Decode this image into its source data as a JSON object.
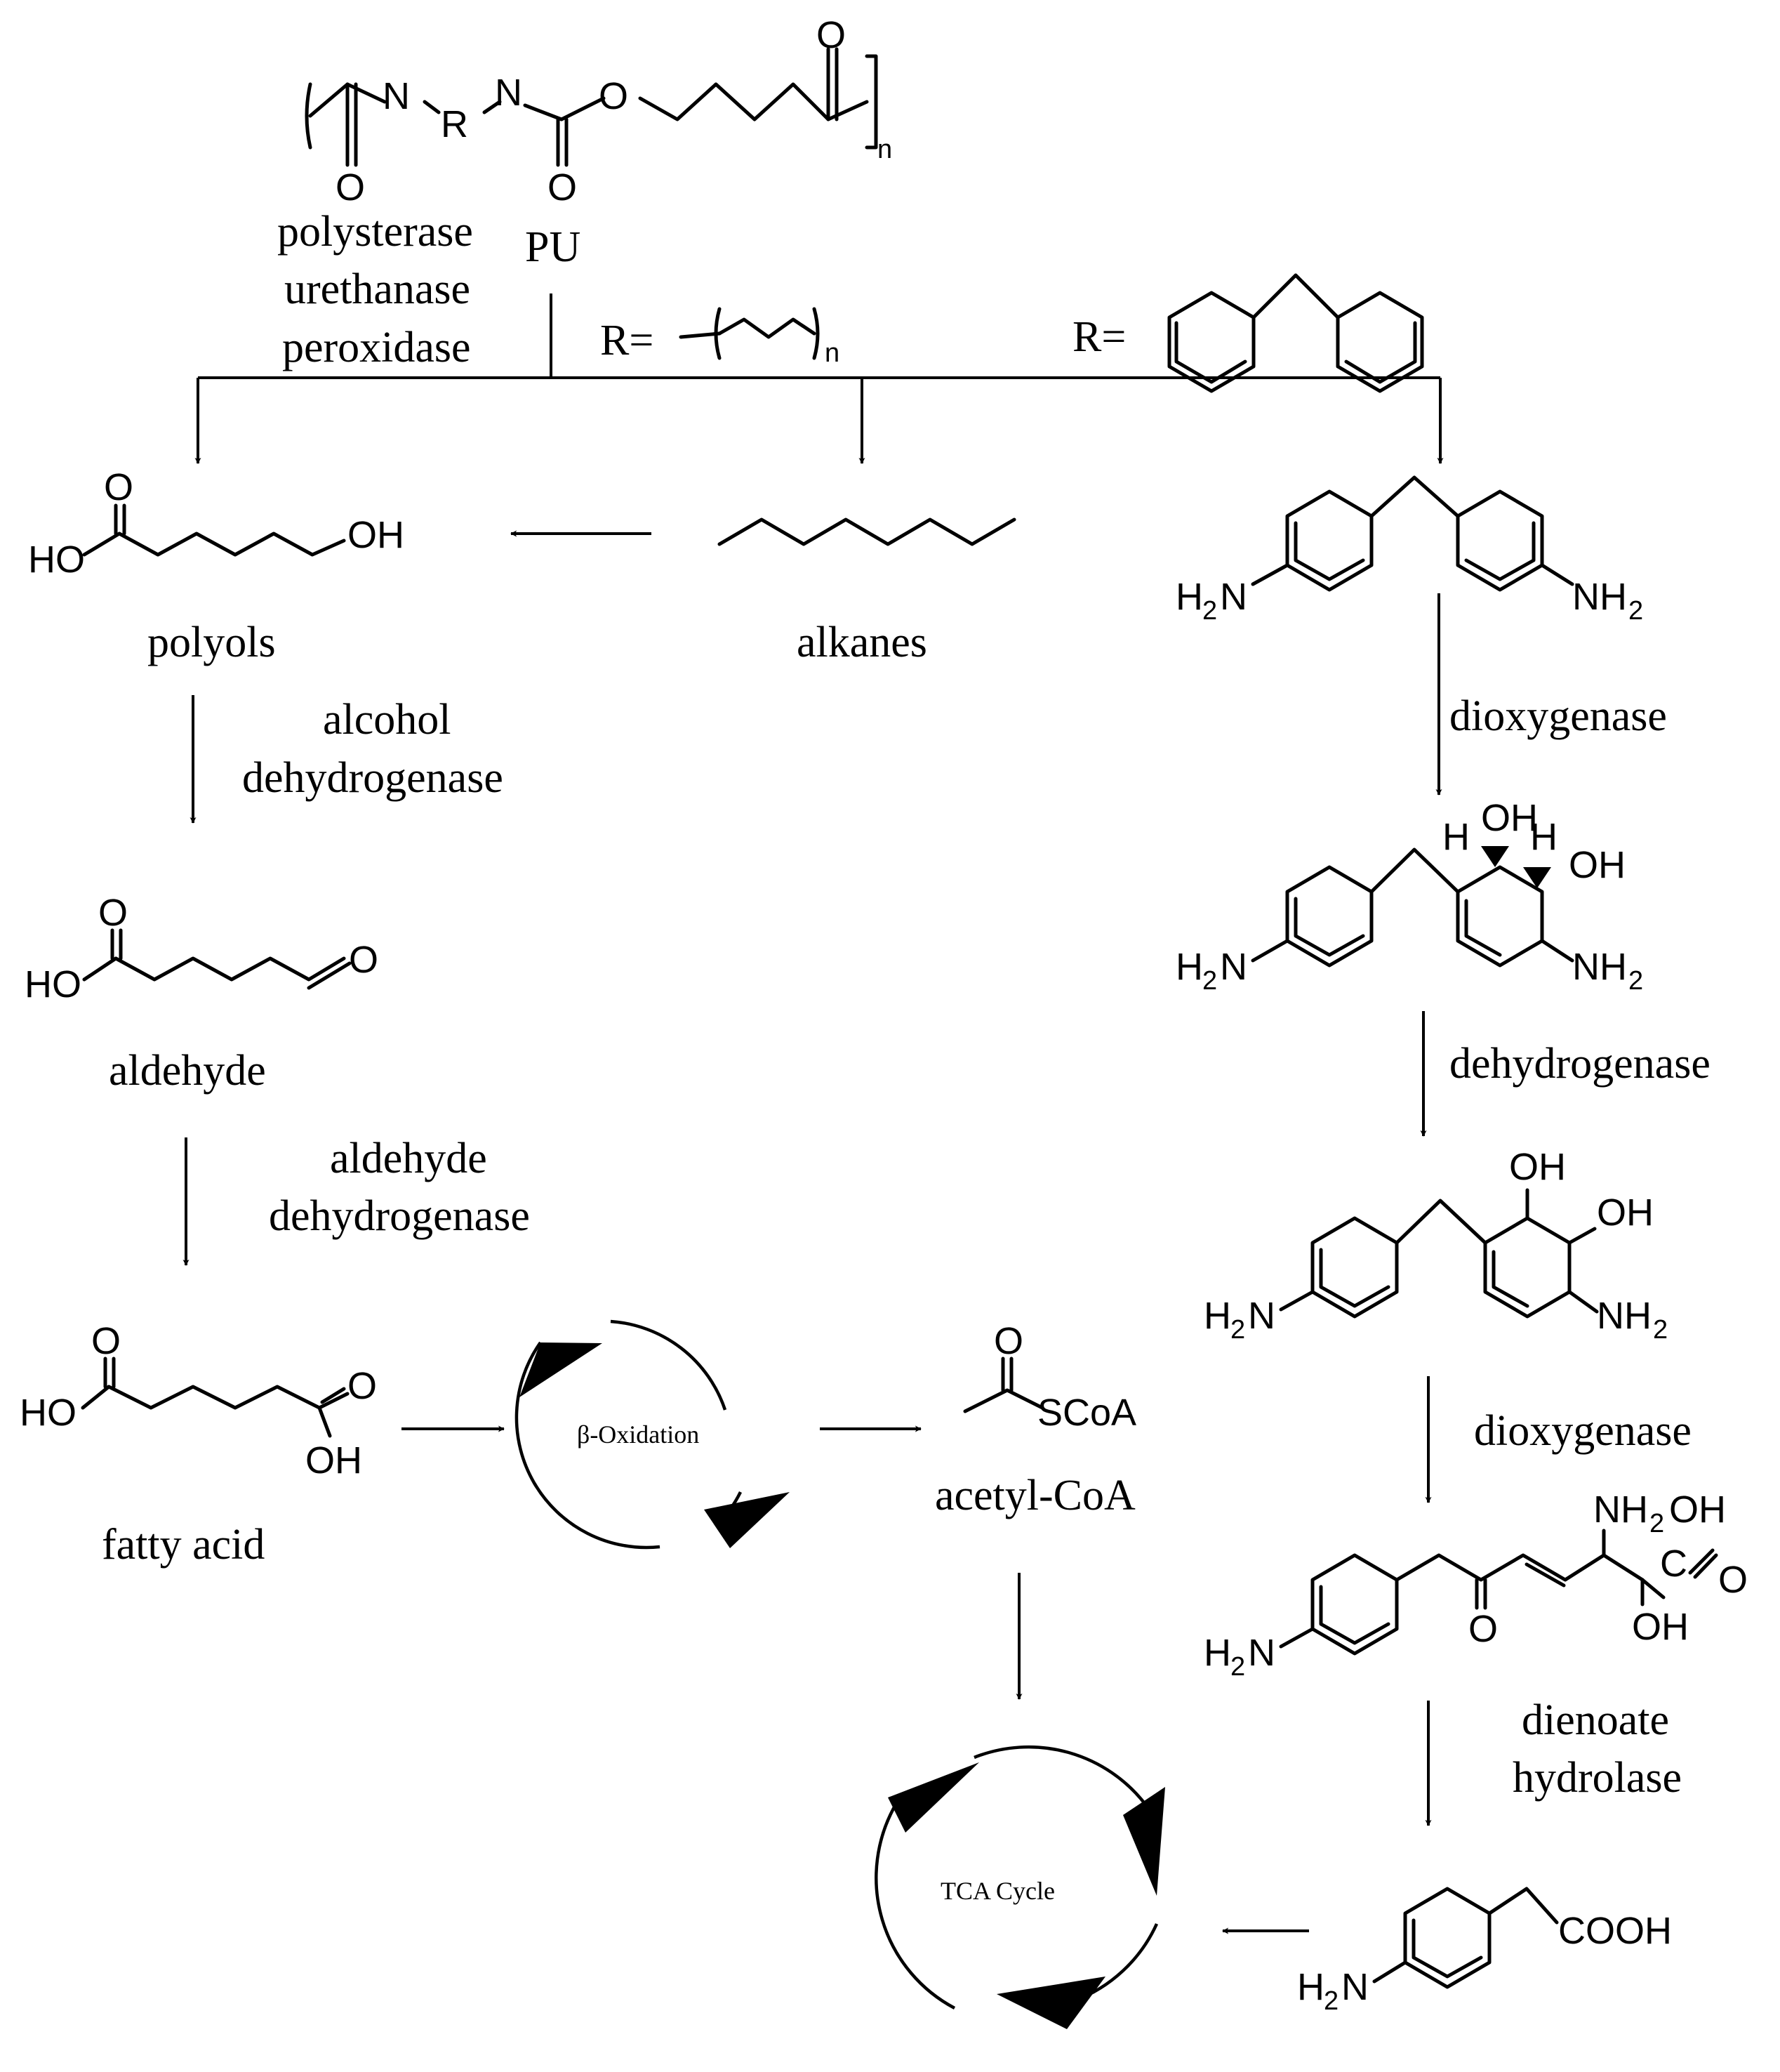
{
  "diagram": {
    "polymer": {
      "name": "PU",
      "repeat_subscript": "n",
      "atoms": {
        "N": "N",
        "R": "R",
        "O": "O"
      }
    },
    "enzymes_initial": [
      "polysterase",
      "urethanase",
      "peroxidase"
    ],
    "r_aliphatic": {
      "label": "R=",
      "subscript": "n"
    },
    "r_aromatic": {
      "label": "R="
    },
    "labels": {
      "polyols": "polyols",
      "alkanes": "alkanes",
      "aldehyde": "aldehyde",
      "fatty_acid": "fatty acid",
      "acetyl_coa": "acetyl-CoA",
      "beta_oxidation": "β-Oxidation",
      "tca_cycle": "TCA Cycle"
    },
    "enzymes_left": {
      "alcohol_dehydrogenase": [
        "alcohol",
        "dehydrogenase"
      ],
      "aldehyde_dehydrogenase": [
        "aldehyde",
        "dehydrogenase"
      ]
    },
    "enzymes_right": {
      "dioxygenase_1": "dioxygenase",
      "dehydrogenase": "dehydrogenase",
      "dioxygenase_2": "dioxygenase",
      "dienoate_hydrolase": [
        "dienoate",
        "hydrolase"
      ]
    },
    "groups": {
      "HO": "HO",
      "OH": "OH",
      "O": "O",
      "H": "H",
      "H2N_main": "H",
      "H2N_sub": "2",
      "H2N_tail": "N",
      "NH2_main": "NH",
      "NH2_sub": "2",
      "SCoA": "SCoA",
      "COOH": "COOH",
      "C": "C"
    }
  }
}
